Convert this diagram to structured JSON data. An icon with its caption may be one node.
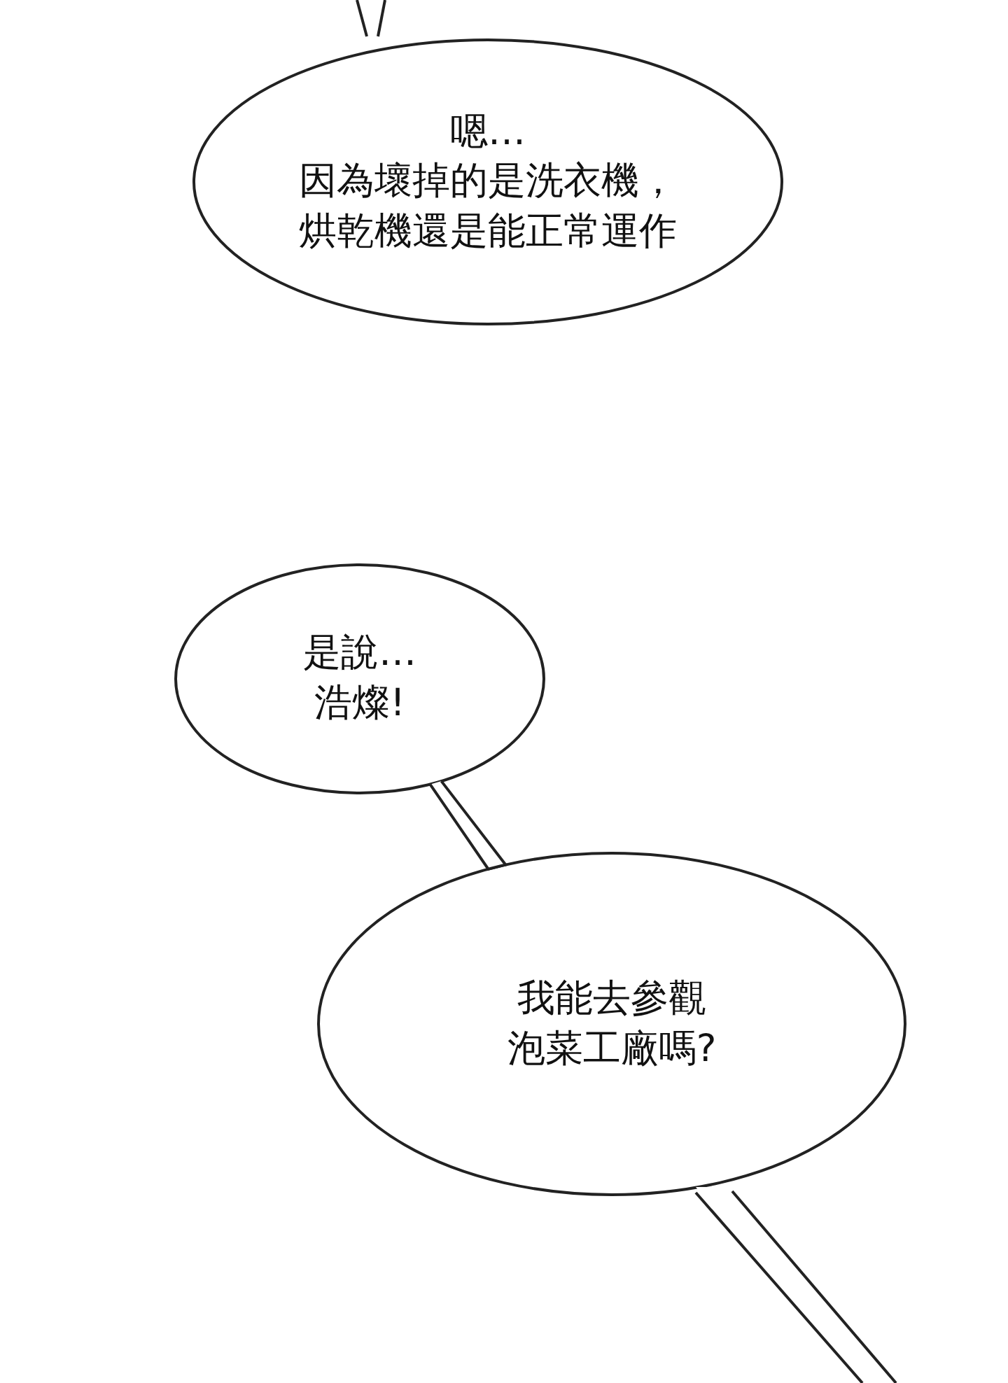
{
  "diagram": {
    "nodes": [
      {
        "text": [
          "嗯…",
          "因為壞掉的是洗衣機，烘乾機還是能正常運作"
        ]
      },
      {
        "text": [
          "是說…浩燦!"
        ]
      },
      {
        "text": [
          "我能去參觀泡菜工廠嗎?"
        ]
      }
    ],
    "edges": [
      {
        "from": 1,
        "to": 2,
        "arrow": "none"
      }
    ]
  }
}
